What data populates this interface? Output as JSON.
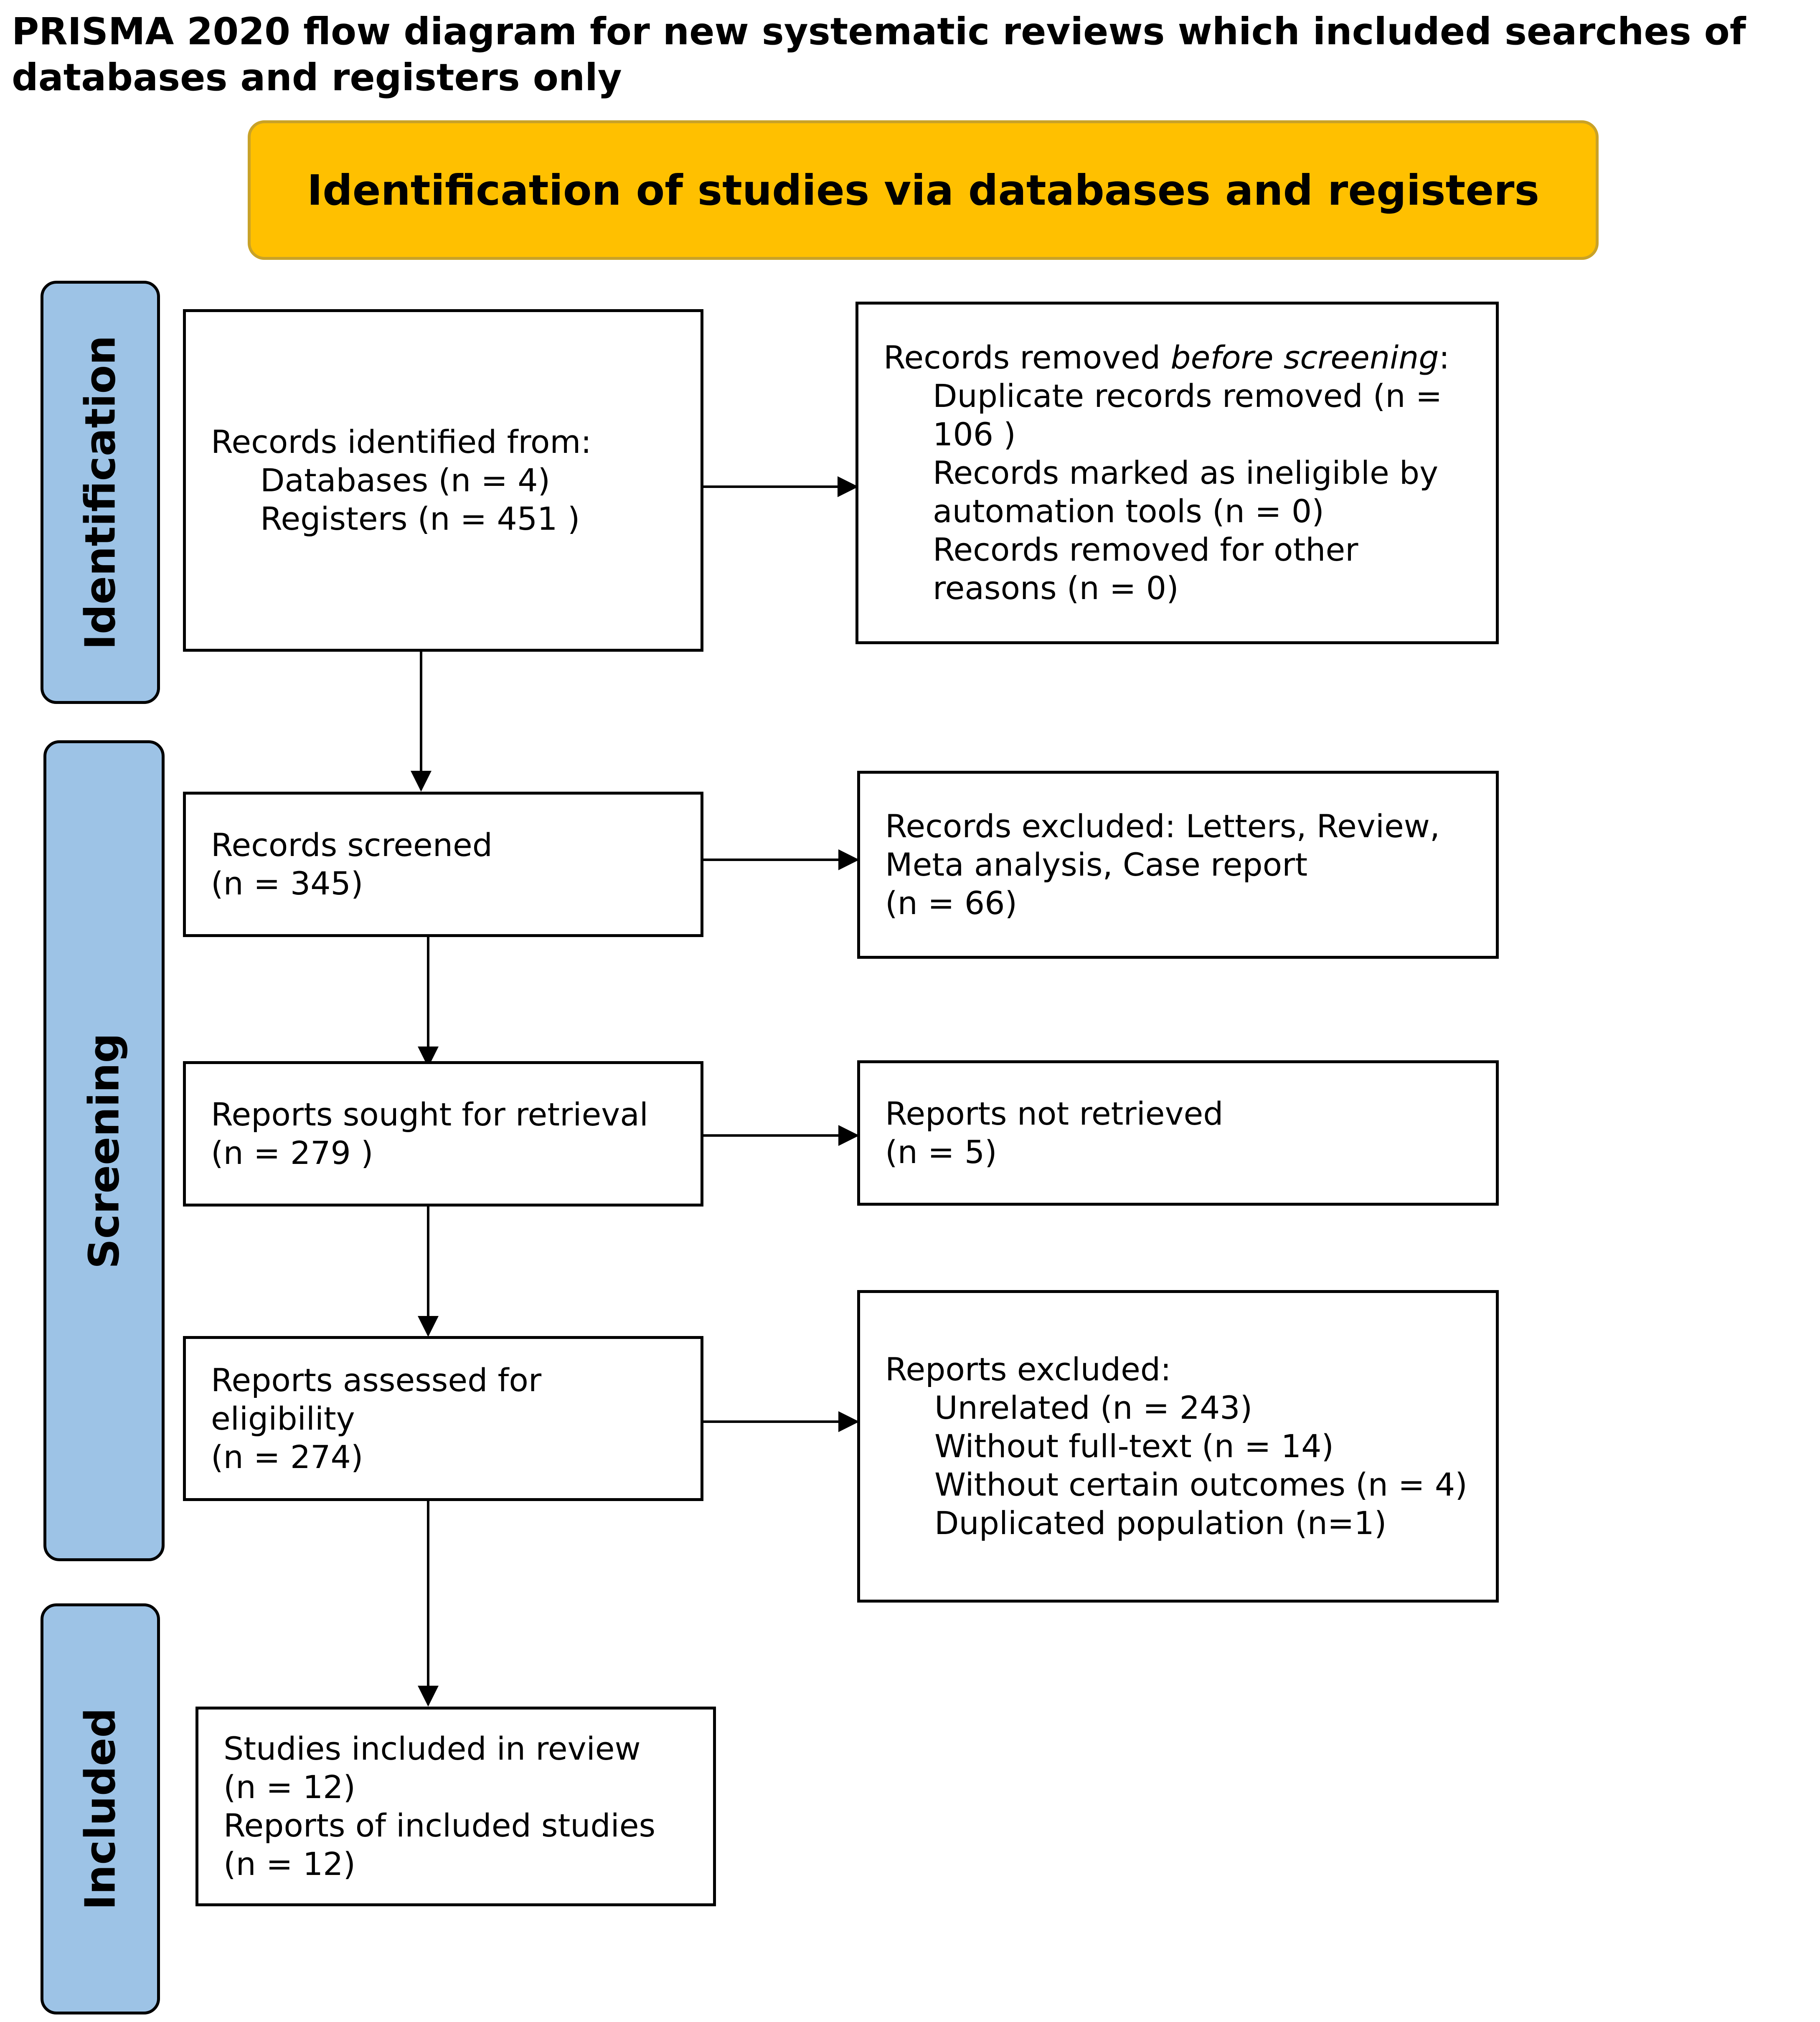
{
  "title": "PRISMA 2020 flow diagram for new systematic reviews which included searches of databases and registers only",
  "banner": "Identification of studies via databases and registers",
  "stages": {
    "identification": "Identification",
    "screening": "Screening",
    "included": "Included"
  },
  "records_identified": {
    "heading": "Records identified from:",
    "databases": "Databases (n = 4)",
    "registers": "Registers (n = 451 )"
  },
  "records_removed": {
    "heading_pre": "Records removed ",
    "heading_em": "before screening",
    "heading_post": ":",
    "duplicates": "Duplicate records removed  (n = 106 )",
    "ineligible": "Records marked as ineligible by automation tools (n = 0)",
    "other": "Records removed for other reasons (n = 0)"
  },
  "records_screened": {
    "label": "Records screened",
    "n": "(n = 345)"
  },
  "records_excluded": {
    "label": "Records excluded: Letters, Review, Meta analysis, Case report",
    "n": "(n = 66)"
  },
  "reports_sought": {
    "label": "Reports sought for retrieval",
    "n": "(n = 279 )"
  },
  "reports_not_retrieved": {
    "label": "Reports not retrieved",
    "n": "(n = 5)"
  },
  "reports_assessed": {
    "label": "Reports assessed for eligibility",
    "n": "(n = 274)"
  },
  "reports_excluded": {
    "heading": "Reports excluded:",
    "reasons": [
      "Unrelated (n = 243)",
      "Without full-text (n = 14)",
      "Without certain outcomes (n = 4)",
      "Duplicated population (n=1)"
    ]
  },
  "studies_included": {
    "studies": "Studies included in review",
    "studies_n": "(n = 12)",
    "reports": "Reports of included studies",
    "reports_n": "(n = 12)"
  }
}
